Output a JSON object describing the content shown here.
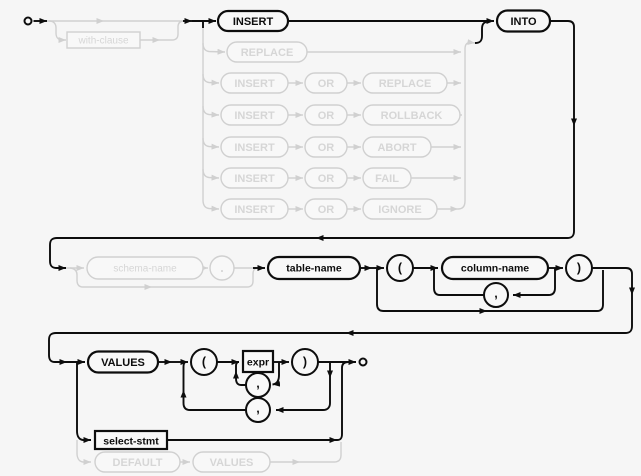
{
  "diagram": {
    "colors": {
      "background": "#f6f6f6",
      "active": "#0d0d0d",
      "inactive": "#d0d0d0",
      "inactive_text": "#d6d6d6",
      "node_fill": "#f8f8f8"
    },
    "top": {
      "with_clause": "with-clause",
      "insert": "INSERT",
      "replace": "REPLACE",
      "into": "INTO",
      "alt_rows": [
        {
          "kw1": "INSERT",
          "kw2": "OR",
          "kw3": "REPLACE"
        },
        {
          "kw1": "INSERT",
          "kw2": "OR",
          "kw3": "ROLLBACK"
        },
        {
          "kw1": "INSERT",
          "kw2": "OR",
          "kw3": "ABORT"
        },
        {
          "kw1": "INSERT",
          "kw2": "OR",
          "kw3": "FAIL"
        },
        {
          "kw1": "INSERT",
          "kw2": "OR",
          "kw3": "IGNORE"
        }
      ]
    },
    "target": {
      "schema_name": "schema-name",
      "dot": ".",
      "table_name": "table-name",
      "lparen": "(",
      "column_name": "column-name",
      "comma": ",",
      "rparen": ")"
    },
    "source": {
      "values_kw": "VALUES",
      "lparen": "(",
      "expr": "expr",
      "comma_inner": ",",
      "rparen": ")",
      "comma_outer": ",",
      "select_stmt": "select-stmt",
      "default_kw": "DEFAULT",
      "default_values": "VALUES"
    }
  }
}
